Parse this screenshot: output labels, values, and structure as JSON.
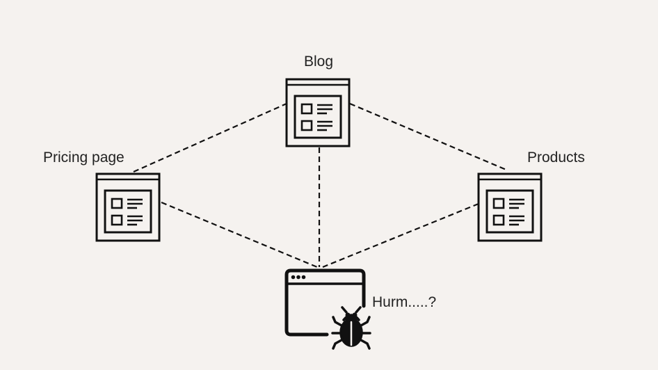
{
  "nodes": {
    "blog": {
      "label": "Blog",
      "icon": "web-page-icon"
    },
    "pricing": {
      "label": "Pricing page",
      "icon": "web-page-icon"
    },
    "products": {
      "label": "Products",
      "icon": "web-page-icon"
    },
    "crawler": {
      "label": "Hurm.....?",
      "icon": "browser-bug-icon"
    }
  },
  "edges": [
    [
      "pricing",
      "blog"
    ],
    [
      "blog",
      "products"
    ],
    [
      "blog",
      "crawler"
    ],
    [
      "pricing",
      "crawler"
    ],
    [
      "products",
      "crawler"
    ]
  ],
  "colors": {
    "background": "#f5f2ef",
    "stroke": "#111111"
  }
}
